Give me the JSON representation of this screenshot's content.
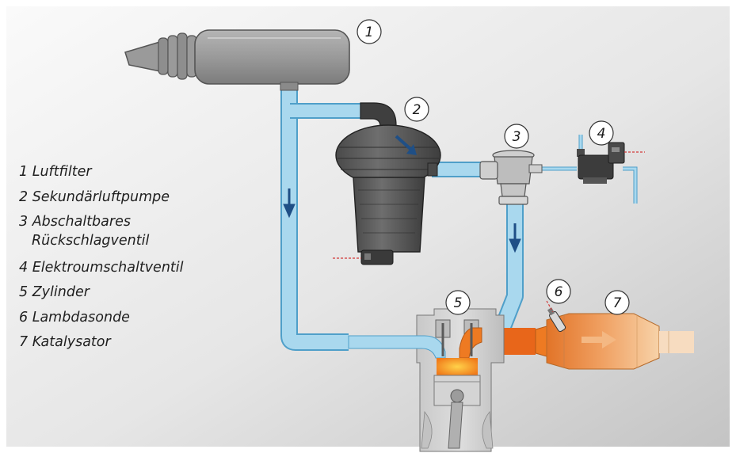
{
  "legend": [
    {
      "label": "1 Luftfilter"
    },
    {
      "label": "2 Sekundärluftpumpe"
    },
    {
      "label_line1": "3 Abschaltbares",
      "label_line2": "Rückschlagventil"
    },
    {
      "label": "4 Elektroumschaltventil"
    },
    {
      "label": "5 Zylinder"
    },
    {
      "label": "6 Lambdasonde"
    },
    {
      "label": "7 Katalysator"
    }
  ],
  "callouts": [
    "1",
    "2",
    "3",
    "4",
    "5",
    "6",
    "7"
  ],
  "colors": {
    "background_light": "#f7f7f7",
    "background_dark": "#c9c9c9",
    "fresh_air_pipe": "#a9d8ee",
    "pipe_outline": "#4f9fc9",
    "exhaust": "#ee7a22",
    "component_gray": "#8a8a8a",
    "flow_arrow": "#1f4f86",
    "signal_line": "#d23a3a"
  }
}
